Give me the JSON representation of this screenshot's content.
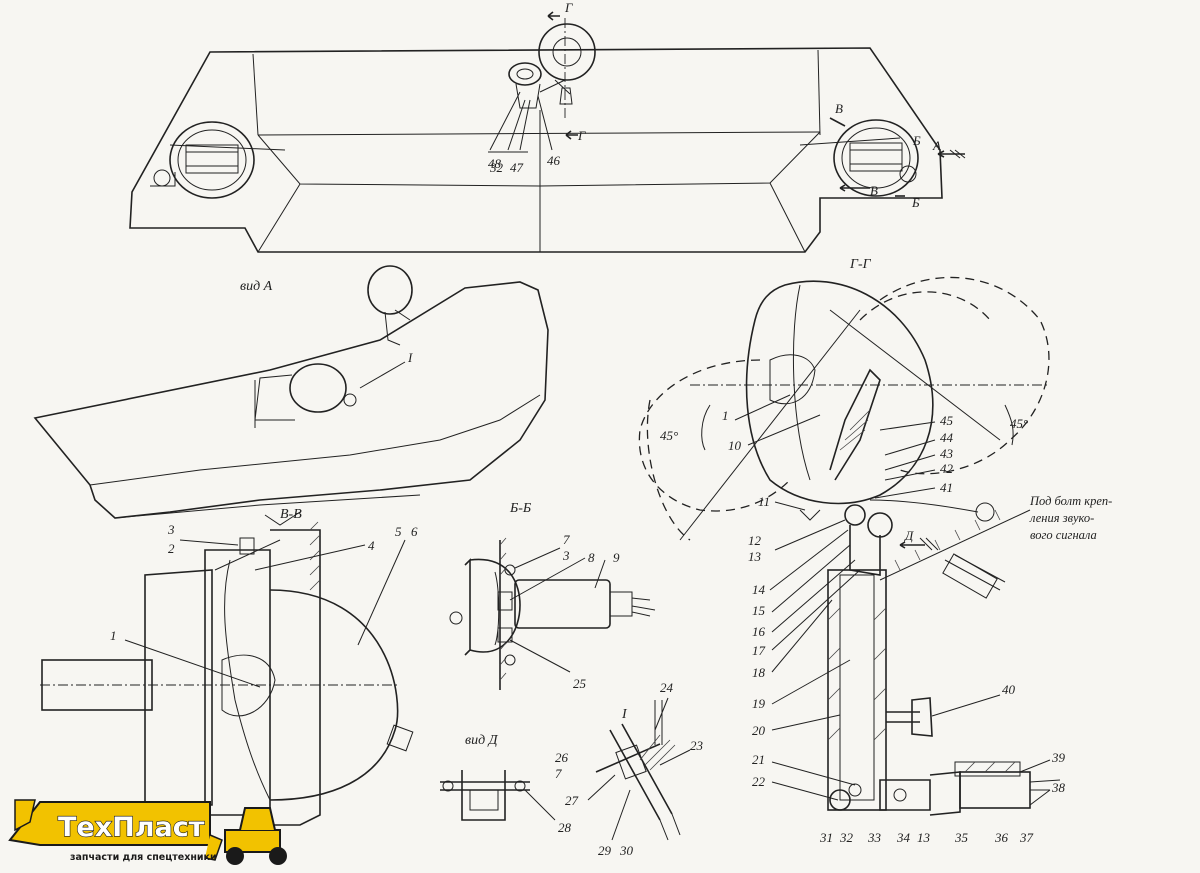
{
  "views": {
    "view_a": "вид А",
    "section_vv": "В-В",
    "section_bb": "Б-Б",
    "section_gg": "Г-Г",
    "view_d": "вид Д",
    "detail_i": "I",
    "detail_i_small": "I"
  },
  "markers": {
    "g_top": "Г",
    "g_mid": "Г",
    "v_upper": "В",
    "v_lower": "В",
    "b_right": "Б",
    "b_lower": "Б",
    "a_arrow": "А",
    "d_arrow": "Д"
  },
  "angles": {
    "left": "45°",
    "right": "45°"
  },
  "note": {
    "line1": "Под болт креп-",
    "line2": "ления звуко-",
    "line3": "вого сигнала"
  },
  "labels": {
    "top": {
      "n48": "48",
      "n32": "32",
      "n47": "47",
      "n46": "46"
    },
    "vv": {
      "n3": "3",
      "n2": "2",
      "n4": "4",
      "n5": "5",
      "n6": "6",
      "n1": "1"
    },
    "bb": {
      "n7": "7",
      "n3": "3",
      "n8": "8",
      "n9": "9",
      "n25": "25"
    },
    "vd": {
      "n26": "26",
      "n7": "7",
      "n28": "28"
    },
    "di": {
      "n24": "24",
      "n23": "23",
      "n27": "27",
      "n29": "29",
      "n30": "30"
    },
    "gg": {
      "n1": "1",
      "n10": "10",
      "n45": "45",
      "n44": "44",
      "n43": "43",
      "n42": "42",
      "n41": "41",
      "n11": "11",
      "n12": "12",
      "n13a": "13",
      "n14": "14",
      "n15": "15",
      "n16": "16",
      "n17": "17",
      "n18": "18",
      "n19": "19",
      "n20": "20",
      "n21": "21",
      "n22": "22",
      "n40": "40",
      "n39": "39",
      "n38": "38",
      "n31": "31",
      "n32": "32",
      "n33": "33",
      "n34": "34",
      "n13b": "13",
      "n35": "35",
      "n36": "36",
      "n37": "37"
    }
  },
  "logo": {
    "brand": "ТехПласт",
    "tagline": "запчасти для спецтехники",
    "color": "#f2c200"
  }
}
